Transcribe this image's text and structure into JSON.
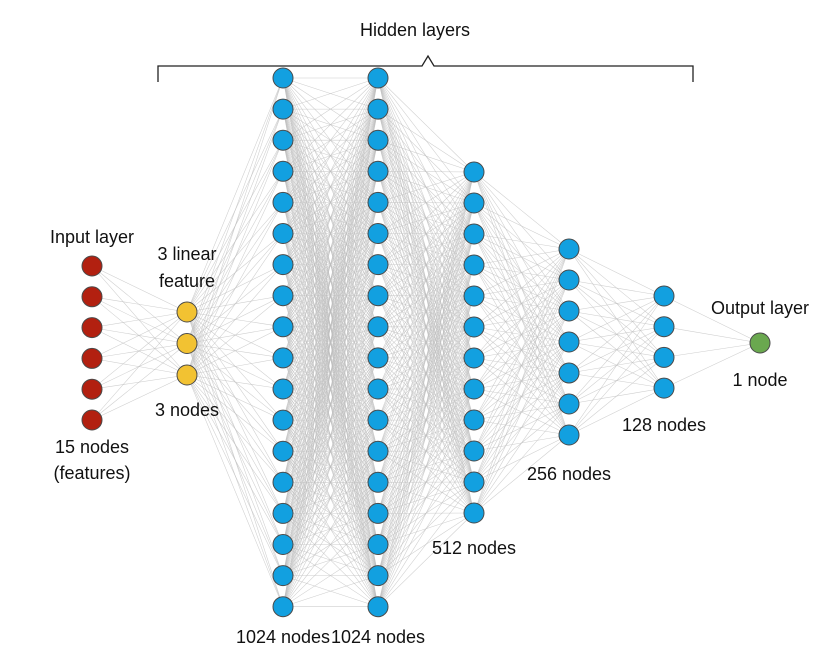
{
  "header": {
    "hidden_layers_label": "Hidden layers"
  },
  "layers": [
    {
      "id": "input",
      "title_lines": [
        "Input layer"
      ],
      "caption_lines": [
        "15 nodes",
        "(features)"
      ],
      "drawn_nodes": 6,
      "color": "#b22010"
    },
    {
      "id": "linear",
      "title_lines": [
        "3 linear",
        "feature"
      ],
      "caption_lines": [
        "3 nodes"
      ],
      "drawn_nodes": 3,
      "color": "#f2c232"
    },
    {
      "id": "hidden1",
      "title_lines": [],
      "caption_lines": [
        "1024 nodes"
      ],
      "drawn_nodes": 18,
      "color": "#12a0e0"
    },
    {
      "id": "hidden2",
      "title_lines": [],
      "caption_lines": [
        "1024 nodes"
      ],
      "drawn_nodes": 18,
      "color": "#12a0e0"
    },
    {
      "id": "hidden3",
      "title_lines": [],
      "caption_lines": [
        "512 nodes"
      ],
      "drawn_nodes": 12,
      "color": "#12a0e0"
    },
    {
      "id": "hidden4",
      "title_lines": [],
      "caption_lines": [
        "256 nodes"
      ],
      "drawn_nodes": 7,
      "color": "#12a0e0"
    },
    {
      "id": "hidden5",
      "title_lines": [],
      "caption_lines": [
        "128 nodes"
      ],
      "drawn_nodes": 4,
      "color": "#12a0e0"
    },
    {
      "id": "output",
      "title_lines": [
        "Output layer"
      ],
      "caption_lines": [
        "1 node"
      ],
      "drawn_nodes": 1,
      "color": "#6aa84f"
    }
  ]
}
